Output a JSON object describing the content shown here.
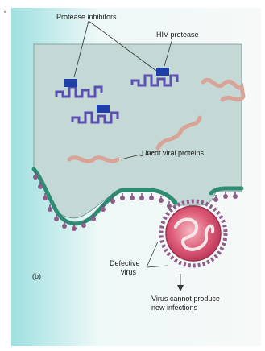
{
  "labels": {
    "protease_inhibitors": "Protease inhibitors",
    "hiv_protease": "HIV protease",
    "uncut_viral_proteins": "Uncut viral proteins",
    "panel": "(b)",
    "defective_virus_line1": "Defective",
    "defective_virus_line2": "virus",
    "outcome_line1": "Virus cannot produce",
    "outcome_line2": "new infections"
  },
  "bullet": "·",
  "colors": {
    "cytoplasm": "#c4d9d6",
    "membrane": "#2e8c73",
    "receptor": "#8f5c8a",
    "viral_protein": "#d9a397",
    "protein_chain": "#5a4fb0",
    "protease": "#1f3fa8",
    "virus_core": "#d24a6a",
    "background_gradient_start": "#9fe0e0"
  }
}
